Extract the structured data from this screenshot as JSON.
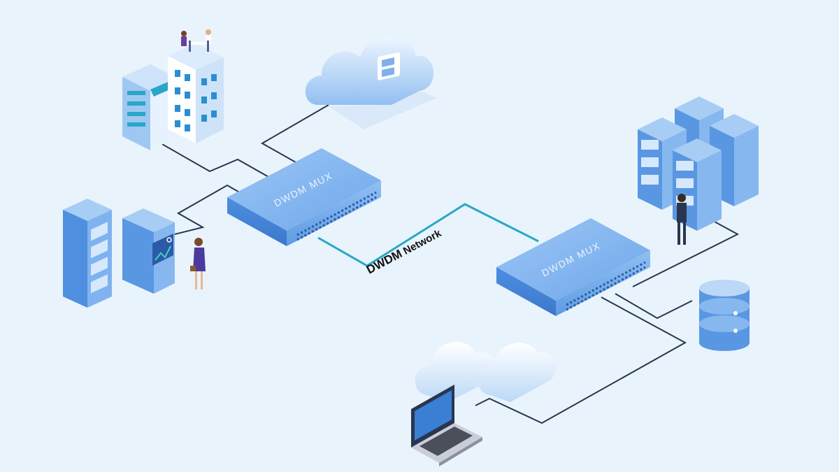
{
  "diagram": {
    "mux_left_label": "DWDM MUX",
    "mux_right_label": "DWDM MUX",
    "network_label_bold": "DWDM",
    "network_label_rest": " Network"
  },
  "colors": {
    "background": "#e8f3fc",
    "device_blue": "#6da6ea",
    "device_dark": "#3b7fd4",
    "link_dark": "#2a3550",
    "link_network": "#2aa6c8"
  }
}
